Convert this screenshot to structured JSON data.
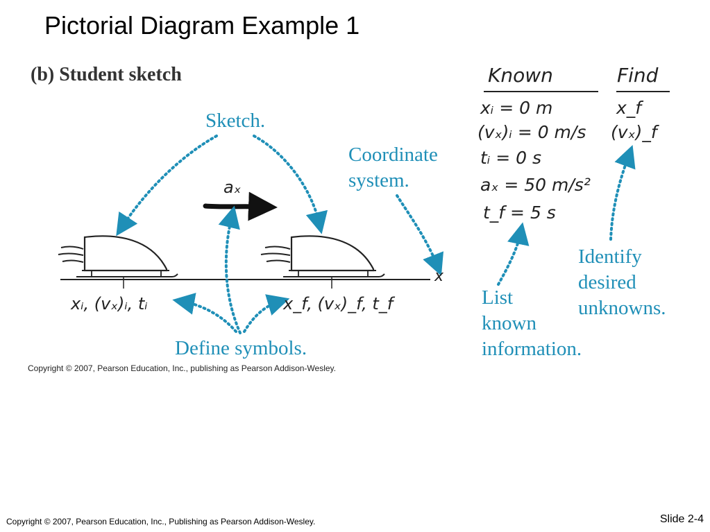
{
  "slide": {
    "title": "Pictorial Diagram Example 1",
    "panel_label": "(b) Student sketch",
    "copyright_inner": "Copyright © 2007, Pearson Education, Inc., publishing as Pearson Addison-Wesley.",
    "copyright_footer": "Copyright © 2007, Pearson Education, Inc., Publishing as Pearson Addison-Wesley.",
    "slide_number": "Slide 2-4"
  },
  "callouts": {
    "sketch": "Sketch.",
    "coordinate": [
      "Coordinate",
      "system."
    ],
    "define": "Define symbols.",
    "list": [
      "List",
      "known",
      "information."
    ],
    "identify": [
      "Identify",
      "desired",
      "unknowns."
    ]
  },
  "sketch": {
    "acceleration_label": "aₓ",
    "axis_label": "x",
    "initial_symbols": "xᵢ, (vₓ)ᵢ, tᵢ",
    "final_symbols": "x_f, (vₓ)_f, t_f"
  },
  "table": {
    "known_header": "Known",
    "find_header": "Find",
    "known": [
      "xᵢ = 0 m",
      "(vₓ)ᵢ = 0 m/s",
      "tᵢ = 0 s",
      "aₓ = 50 m/s²",
      "t_f = 5 s"
    ],
    "find": [
      "x_f",
      "(vₓ)_f"
    ]
  },
  "colors": {
    "callout": "#1f8fb7",
    "ink": "#222222"
  }
}
